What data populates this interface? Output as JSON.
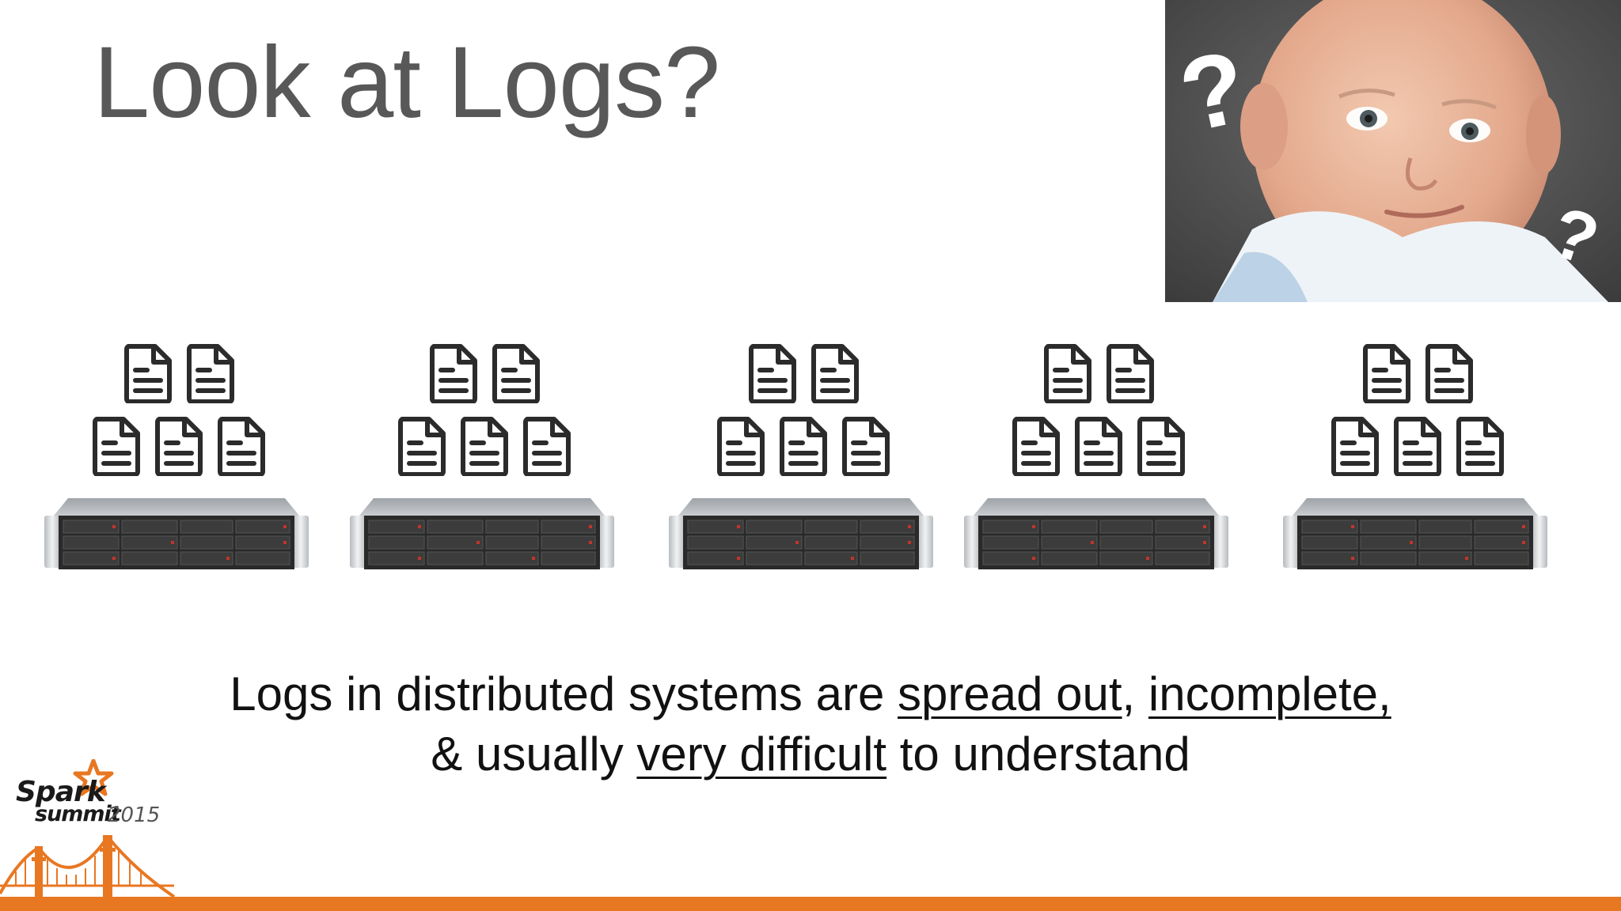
{
  "slide": {
    "title": "Look at Logs?",
    "caption": {
      "line1": {
        "prefix": "Logs in distributed systems are ",
        "u1": "spread out",
        "mid": ", ",
        "u2": "incomplete,"
      },
      "line2": {
        "prefix": "& usually ",
        "u1": "very difficult",
        "suffix": " to understand"
      }
    },
    "photo": {
      "question_mark_large": "?",
      "question_mark_small": "?"
    },
    "logo": {
      "word1": "Spark",
      "word2": "summit",
      "year": "2015"
    }
  },
  "icons": {
    "log_file": "document-icon",
    "server": "rack-server-icon",
    "star": "star-icon",
    "bridge": "golden-gate-bridge-icon"
  },
  "colors": {
    "title": "#585858",
    "caption": "#111111",
    "accent_orange": "#e87722",
    "icon_stroke": "#2b2b2b"
  }
}
